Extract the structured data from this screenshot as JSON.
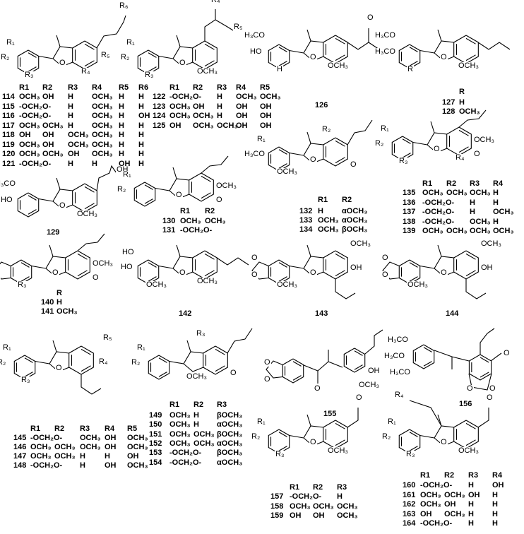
{
  "structures": [
    {
      "name": "structure-114-121",
      "labels": [
        "R₁",
        "R₂",
        "R₃",
        "O",
        "R₄",
        "R₅",
        "R₆"
      ]
    },
    {
      "name": "structure-122-125",
      "labels": [
        "R₁",
        "R₂",
        "R₃",
        "O",
        "OCH₃",
        "R₄",
        "R₅"
      ]
    },
    {
      "name": "structure-126",
      "labels": [
        "H₃CO",
        "HO",
        "H",
        "O",
        "OCH₃",
        "O"
      ]
    },
    {
      "name": "structure-127-128",
      "labels": [
        "H₃CO",
        "H₃CO",
        "R",
        "O",
        "OCH₃"
      ]
    },
    {
      "name": "structure-129",
      "labels": [
        "H₃CO",
        "HO",
        "O",
        "OCH₃",
        "OH"
      ]
    },
    {
      "name": "structure-130-131",
      "labels": [
        "R₁",
        "R₂",
        "O",
        "OCH₃",
        "O"
      ]
    },
    {
      "name": "structure-132-134",
      "labels": [
        "R₁",
        "H₃CO",
        "OCH₃",
        "O",
        "R₂",
        "O"
      ]
    },
    {
      "name": "structure-135-139",
      "labels": [
        "R₁",
        "R₂",
        "R₃",
        "O",
        "R₄",
        "OCH₃",
        "O"
      ]
    },
    {
      "name": "structure-140-141",
      "labels": [
        "O",
        "O",
        "R₃",
        "O",
        "OCH₃",
        "O"
      ]
    },
    {
      "name": "structure-142",
      "labels": [
        "HO",
        "HO",
        "OCH₃",
        "O",
        "OCH₃"
      ]
    },
    {
      "name": "structure-143",
      "labels": [
        "O",
        "O",
        "OCH₃",
        "O",
        "OCH₃",
        "OH"
      ]
    },
    {
      "name": "structure-144",
      "labels": [
        "O",
        "O",
        "OCH₃",
        "O",
        "OCH₃",
        "OH"
      ]
    },
    {
      "name": "structure-145-148",
      "labels": [
        "R₁",
        "R₂",
        "R₃",
        "O",
        "R₅",
        "R₄"
      ]
    },
    {
      "name": "structure-149-154",
      "labels": [
        "R₁",
        "R₂",
        "R₃",
        "OCH₃",
        "O"
      ]
    },
    {
      "name": "structure-155",
      "labels": [
        "O",
        "O",
        "O",
        "OH",
        "OCH₃"
      ]
    },
    {
      "name": "structure-156",
      "labels": [
        "H₃CO",
        "H₃CO",
        "H₃CO",
        "O",
        "O",
        "O"
      ]
    },
    {
      "name": "structure-157-159",
      "labels": [
        "R₁",
        "R₂",
        "R₃",
        "O",
        "OCH₃",
        "O"
      ]
    },
    {
      "name": "structure-160-164",
      "labels": [
        "R₁",
        "R₂",
        "R₃",
        "O",
        "OCH₃",
        "O",
        "R₄"
      ]
    }
  ],
  "compound_labels": {
    "c126": "126",
    "c129": "129",
    "c142": "142",
    "c143": "143",
    "c144": "144",
    "c155": "155",
    "c156": "156"
  },
  "tables": [
    {
      "name": "table-114-121",
      "header": [
        "",
        "R1",
        "R2",
        "R3",
        "R4",
        "R5",
        "R6"
      ],
      "rows": [
        [
          "114",
          "OCH₃",
          "OH",
          "H",
          "OCH₃",
          "H",
          "H"
        ],
        [
          "115",
          "-OCH₂O-",
          "",
          "H",
          "OCH₃",
          "H",
          "H"
        ],
        [
          "116",
          "-OCH₂O-",
          "",
          "H",
          "OCH₃",
          "H",
          "OH"
        ],
        [
          "117",
          "OCH₃",
          "OCH₃",
          "H",
          "OCH₃",
          "H",
          "H"
        ],
        [
          "118",
          "OH",
          "OH",
          "OCH₃",
          "OCH₃",
          "H",
          "H"
        ],
        [
          "119",
          "OCH₃",
          "OH",
          "OCH₃",
          "OCH₃",
          "H",
          "H"
        ],
        [
          "120",
          "OCH₃",
          "OCH₃",
          "OH",
          "OCH₃",
          "H",
          "H"
        ],
        [
          "121",
          "-OCH₂O-",
          "",
          "H",
          "H",
          "OH",
          "H"
        ]
      ]
    },
    {
      "name": "table-122-125",
      "header": [
        "",
        "R1",
        "R2",
        "R3",
        "R4",
        "R5"
      ],
      "rows": [
        [
          "122",
          "-OCH₂O-",
          "",
          "H",
          "OCH₃",
          "OCH₃"
        ],
        [
          "123",
          "OCH₃",
          "OH",
          "H",
          "OH",
          "OH"
        ],
        [
          "124",
          "OCH₃",
          "OCH₃",
          "H",
          "OH",
          "OH"
        ],
        [
          "125",
          "OH",
          "OCH₃",
          "OCH₃",
          "OH",
          "OH"
        ]
      ]
    },
    {
      "name": "table-127-128",
      "header": [
        "",
        "R"
      ],
      "rows": [
        [
          "127",
          "H"
        ],
        [
          "128",
          "OCH₃"
        ]
      ]
    },
    {
      "name": "table-130-131",
      "header": [
        "",
        "R1",
        "R2"
      ],
      "rows": [
        [
          "130",
          "OCH₃",
          "OCH₃"
        ],
        [
          "131",
          "-OCH₂O-",
          ""
        ]
      ]
    },
    {
      "name": "table-132-134",
      "header": [
        "",
        "R1",
        "R2"
      ],
      "rows": [
        [
          "132",
          "H",
          "αOCH₃"
        ],
        [
          "133",
          "OCH₃",
          "αOCH₃"
        ],
        [
          "134",
          "OCH₃",
          "βOCH₃"
        ]
      ]
    },
    {
      "name": "table-135-139",
      "header": [
        "",
        "R1",
        "R2",
        "R3",
        "R4"
      ],
      "rows": [
        [
          "135",
          "OCH₃",
          "OCH₃",
          "OCH₃",
          "H"
        ],
        [
          "136",
          "-OCH₂O-",
          "",
          "H",
          "H"
        ],
        [
          "137",
          "-OCH₂O-",
          "",
          "H",
          "OCH₃"
        ],
        [
          "138",
          "-OCH₂O-",
          "",
          "OCH₃",
          "H"
        ],
        [
          "139",
          "OCH₃",
          "OCH₃",
          "OCH₃",
          "OCH₃"
        ]
      ]
    },
    {
      "name": "table-140-141",
      "header": [
        "",
        "R"
      ],
      "rows": [
        [
          "140",
          "H"
        ],
        [
          "141",
          "OCH₃"
        ]
      ]
    },
    {
      "name": "table-145-148",
      "header": [
        "",
        "R1",
        "R2",
        "R3",
        "R4",
        "R5"
      ],
      "rows": [
        [
          "145",
          "-OCH₂O-",
          "",
          "OCH₃",
          "OH",
          "OCH₃"
        ],
        [
          "146",
          "OCH₃",
          "OCH₃",
          "OCH₃",
          "OH",
          "OCH₃"
        ],
        [
          "147",
          "OCH₃",
          "OCH₃",
          "H",
          "H",
          "OH"
        ],
        [
          "148",
          "-OCH₂O-",
          "",
          "H",
          "OH",
          "OCH₃"
        ]
      ]
    },
    {
      "name": "table-149-154",
      "header": [
        "",
        "R1",
        "R2",
        "R3"
      ],
      "rows": [
        [
          "149",
          "OCH₃",
          "H",
          "βOCH₃"
        ],
        [
          "150",
          "OCH₃",
          "H",
          "αOCH₃"
        ],
        [
          "151",
          "OCH₃",
          "OCH₃",
          "βOCH₃"
        ],
        [
          "152",
          "OCH₃",
          "OCH₃",
          "αOCH₃"
        ],
        [
          "153",
          "-OCH₂O-",
          "",
          "βOCH₃"
        ],
        [
          "154",
          "-OCH₂O-",
          "",
          "αOCH₃"
        ]
      ]
    },
    {
      "name": "table-157-159",
      "header": [
        "",
        "R1",
        "R2",
        "R3"
      ],
      "rows": [
        [
          "157",
          "-OCH₂O-",
          "",
          "H"
        ],
        [
          "158",
          "OCH₃",
          "OCH₃",
          "OCH₃"
        ],
        [
          "159",
          "OH",
          "OH",
          "OCH₃"
        ]
      ]
    },
    {
      "name": "table-160-164",
      "header": [
        "",
        "R1",
        "R2",
        "R3",
        "R4"
      ],
      "rows": [
        [
          "160",
          "-OCH₂O-",
          "",
          "H",
          "OH"
        ],
        [
          "161",
          "OCH₃",
          "OCH₃",
          "OH",
          "H"
        ],
        [
          "162",
          "OCH₃",
          "OH",
          "H",
          "H"
        ],
        [
          "163",
          "OH",
          "OCH₃",
          "H",
          "H"
        ],
        [
          "164",
          "-OCH₂O-",
          "",
          "H",
          "H"
        ]
      ]
    }
  ]
}
